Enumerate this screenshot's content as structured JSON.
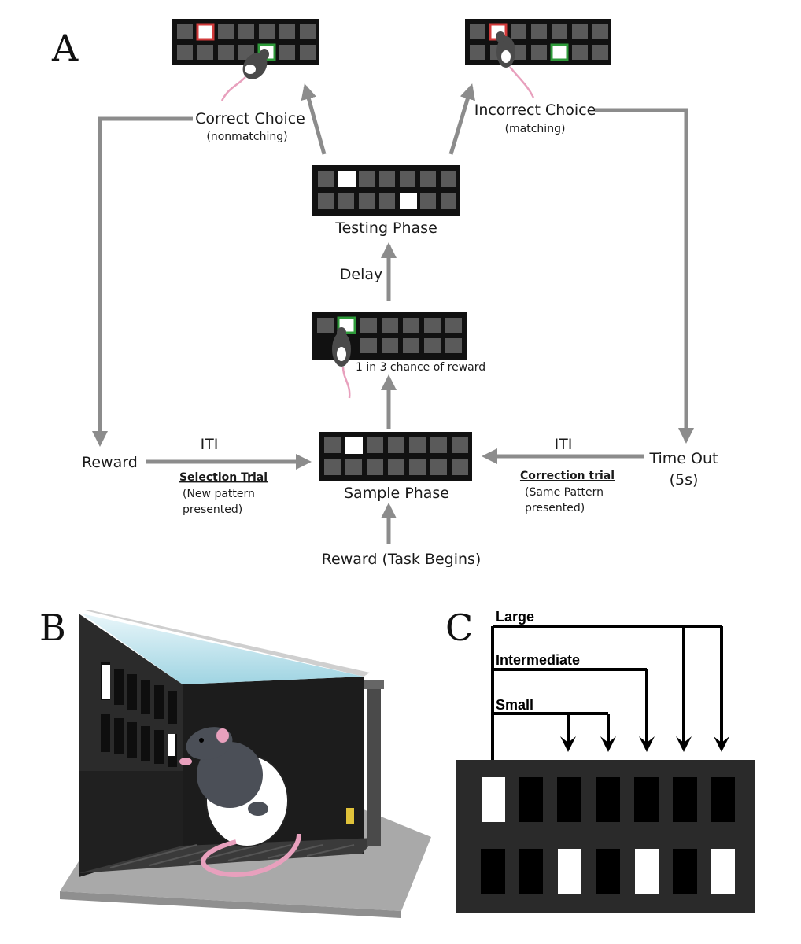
{
  "panels": {
    "a": "A",
    "b": "B",
    "c": "C"
  },
  "panel_a": {
    "correct_choice": "Correct Choice",
    "correct_sub": "(nonmatching)",
    "incorrect_choice": "Incorrect Choice",
    "incorrect_sub": "(matching)",
    "testing_phase": "Testing Phase",
    "delay": "Delay",
    "reward_chance": "1 in 3 chance of reward",
    "reward": "Reward",
    "iti_left": "ITI",
    "selection_trial": "Selection Trial",
    "selection_desc_1": "(New pattern",
    "selection_desc_2": "presented)",
    "sample_phase": "Sample Phase",
    "iti_right": "ITI",
    "correction_trial": "Correction trial",
    "correction_desc_1": "(Same Pattern",
    "correction_desc_2": "presented)",
    "time_out": "Time Out",
    "time_out_sub": "(5s)",
    "reward_task_begins": "Reward (Task Begins)"
  },
  "panel_c": {
    "large": "Large",
    "intermediate": "Intermediate",
    "small": "Small"
  },
  "colors": {
    "arrow_gray": "#8c8c8c",
    "panel_black": "#111111",
    "cell_gray": "#5a5a5a",
    "highlight_red": "#d23a3a",
    "highlight_green": "#2e9b3a",
    "rat_pink": "#e8a0bd"
  }
}
